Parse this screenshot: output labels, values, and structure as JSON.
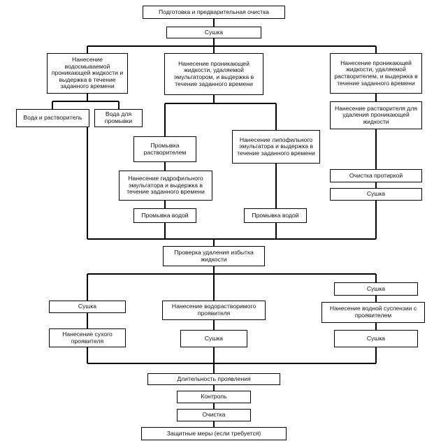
{
  "title": "",
  "nodes": {
    "prep": "Подготовка и предварительная очистка",
    "dry_top": "Сушка",
    "apply_water_washable": "Нанесение водосмываемой проникающей жидкости и выдержка в течение заданного времени",
    "apply_emulsifier_removable": "Нанесение проникающей жидкости, удаляемой эмульгатором, и выдержка в течение заданного времени",
    "apply_solvent_removable": "Нанесение проникающей жидкости, удаляемой растворителем, и выдержка в течение заданного времени",
    "water_and_solvent": "Вода и растворитель",
    "water_for_wash": "Вода для промывки",
    "solvent_wash": "Промывка растворителем",
    "apply_lipophilic": "Нанесение липофильного эмульгатора и выдержка в течение заданного времени",
    "apply_hydrophilic": "Нанесение гидрофильного эмульгатора и выдержка в течение заданного времени",
    "water_wash_1": "Промывка водой",
    "water_wash_2": "Промывка водой",
    "apply_solvent_remove": "Нанесение растворителя для удаления проникающей жидкости",
    "wipe_clean": "Очистка протиркой",
    "dry_right": "Сушка",
    "check_excess": "Проверка удаления избытка жидкости",
    "dry_left": "Сушка",
    "apply_dry_developer": "Нанесение сухого проявителя",
    "apply_water_soluble_dev": "Нанесение водорастворимого проявителя",
    "dry_mid": "Сушка",
    "dry_right_top": "Сушка",
    "apply_water_suspension": "Нанесение водной суспензии с проявителем",
    "dry_right_bottom": "Сушка",
    "development_time": "Длительность проявления",
    "control": "Контроль",
    "cleaning": "Очистка",
    "protective": "Защитные меры (если требуется)"
  }
}
